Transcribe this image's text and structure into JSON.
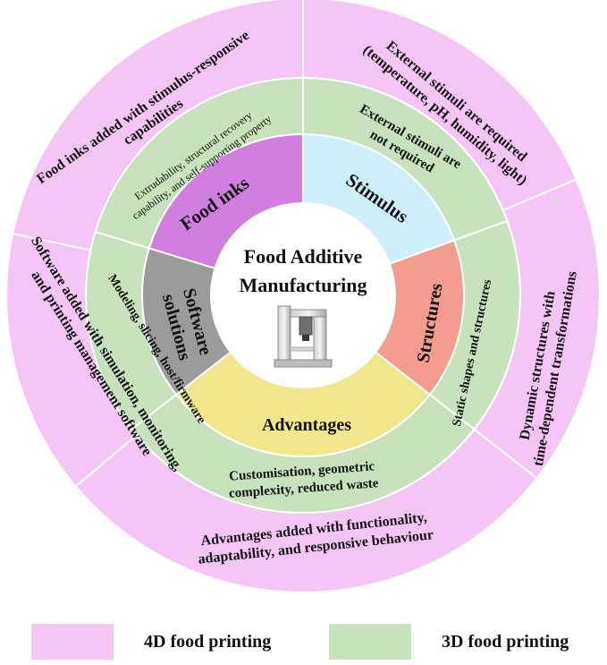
{
  "colors": {
    "four_d": "#F5C6F5",
    "three_d": "#C8E2BE",
    "food_inks": "#D07FE0",
    "stimulus": "#CDEFF7",
    "structures": "#F29D8D",
    "advantages": "#F0E68C",
    "software": "#9B9B9B",
    "core": "#FFFFFF",
    "separator": "#FFFFFF"
  },
  "center": {
    "title_line1": "Food Additive",
    "title_line2": "Manufacturing",
    "icon": "3d-printer-icon"
  },
  "inner_sectors": {
    "food_inks": "Food inks",
    "stimulus": "Stimulus",
    "structures": "Structures",
    "advantages": "Advantages",
    "software_line1": "Software",
    "software_line2": "solutions"
  },
  "ring_3d": {
    "food_inks_line1": "Extrudability, structural recovery",
    "food_inks_line2": "capability, and self-supporting property",
    "stimulus_line1": "External stimuli are",
    "stimulus_line2": "not required",
    "structures": "Static shapes and structures",
    "advantages_line1": "Customisation, geometric",
    "advantages_line2": "complexity, reduced waste",
    "software": "Modeling, slicing, host/firmware"
  },
  "ring_4d": {
    "food_inks_line1": "Food inks added with stimulus-responsive",
    "food_inks_line2": "capabilities",
    "stimulus_line1": "External stimuli are required",
    "stimulus_line2": "(temperature, pH, humidity, light)",
    "structures_line1": "Dynamic structures with",
    "structures_line2": "time-dependent transformations",
    "advantages_line1": "Advantages added with functionality,",
    "advantages_line2": "adaptability, and responsive behaviour",
    "software_line1": "Software added with simulation, monitoring,",
    "software_line2": "and printing management software"
  },
  "legend": {
    "four_d_label": "4D food printing",
    "three_d_label": "3D food printing"
  }
}
